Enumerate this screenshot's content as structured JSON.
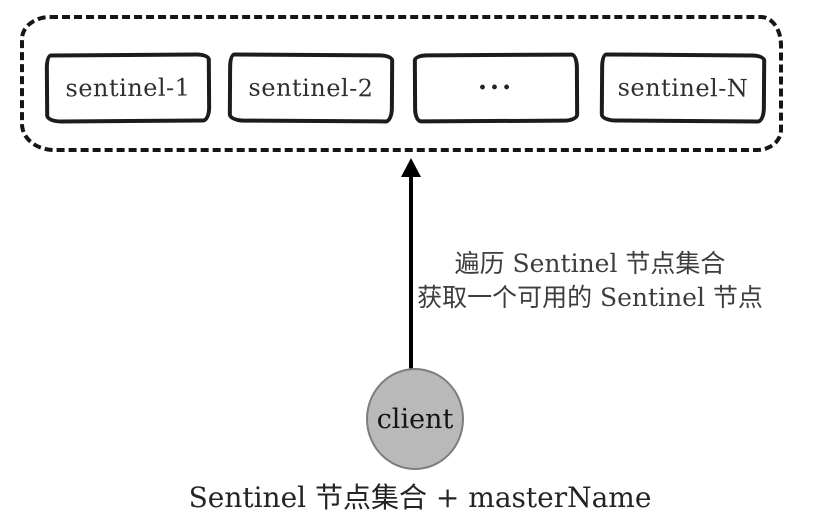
{
  "diagram": {
    "cluster": {
      "nodes": [
        {
          "label": "sentinel-1"
        },
        {
          "label": "sentinel-2"
        },
        {
          "label": "···"
        },
        {
          "label": "sentinel-N"
        }
      ]
    },
    "annotation": {
      "line1": "遍历 Sentinel 节点集合",
      "line2": "获取一个可用的 Sentinel 节点"
    },
    "client": {
      "label": "client"
    },
    "caption": "Sentinel 节点集合 + masterName",
    "colors": {
      "stroke": "#1c1c1c",
      "dashed_border": "#161616",
      "arrow": "#000000",
      "client_fill": "#b9b9b9",
      "client_border": "#7d7d7d",
      "text": "#2f2f2f",
      "background": "#ffffff"
    }
  }
}
